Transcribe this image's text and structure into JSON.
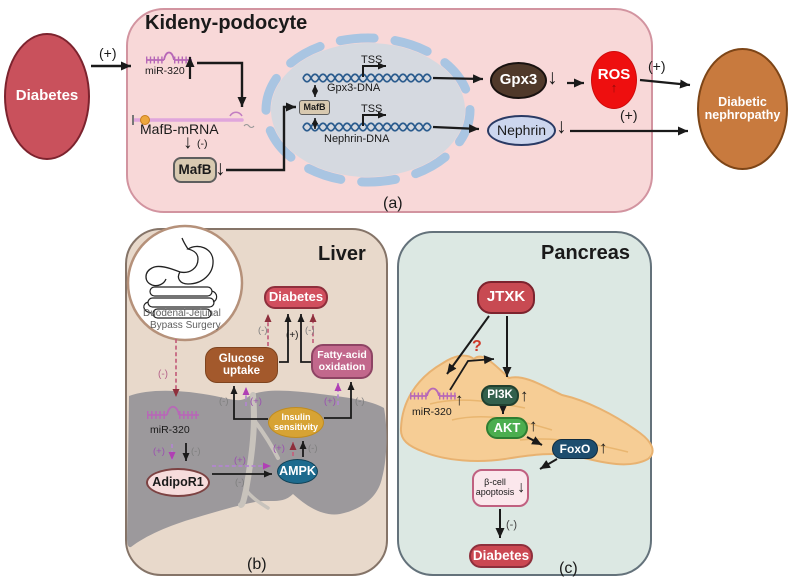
{
  "glyphs": {
    "up": "↑",
    "down": "↓"
  },
  "labels": {
    "plus": "(+)",
    "minus": "(-)"
  },
  "colors": {
    "panel_a_bg": "#f8d8d8",
    "panel_b_bg": "#e8d9cb",
    "panel_c_bg": "#dce8e3",
    "diabetes_red": "#c9515c",
    "nephropathy_orange": "#c87a3e",
    "gpx3_brown": "#50392a",
    "ros_red": "#ee0f0f",
    "nephrin_blue": "#ccd6ee",
    "nucleus_gray": "#d5d9e0",
    "capsule_blue": "#a9c5e2",
    "dna_blue": "#2b5c8e",
    "mir_purple": "#b768b7",
    "glucose_brown": "#a3592c",
    "fatty_pink": "#c2688c",
    "insulin_gold": "#d7a334",
    "ampk_teal": "#1d6b8e",
    "adipor1_pink": "#f6dcdc",
    "liver_gray": "#9c999c",
    "pancreas_tan": "#f6cd95",
    "pi3k_green": "#33604c",
    "akt_green": "#4cae4f",
    "foxo_navy": "#1d4d6e",
    "jtxk_red": "#c84a52"
  },
  "panel_a": {
    "title": "Kideny-podocyte",
    "tag": "(a)",
    "diabetes": "Diabetes",
    "mir320": "miR-320",
    "mafb_mrna": "MafB-mRNA",
    "mafb": "MafB",
    "nuc_mafb": "MafB",
    "tss1": "TSS",
    "tss2": "TSS",
    "gpx3_dna": "Gpx3-DNA",
    "nephrin_dna": "Nephrin-DNA",
    "gpx3": "Gpx3",
    "ros": "ROS",
    "nephrin": "Nephrin",
    "outcome_line1": "Diabetic",
    "outcome_line2": "nephropathy"
  },
  "panel_b": {
    "title": "Liver",
    "tag": "(b)",
    "surgery_line1": "Duodenal-Jejunal",
    "surgery_line2": "Bypass Surgery",
    "mir320": "miR-320",
    "adipor1": "AdipoR1",
    "ampk": "AMPK",
    "insulin_line1": "Insulin",
    "insulin_line2": "sensitivity",
    "glucose_line1": "Glucose",
    "glucose_line2": "uptake",
    "fatty_line1": "Fatty-acid",
    "fatty_line2": "oxidation",
    "diabetes": "Diabetes"
  },
  "panel_c": {
    "title": "Pancreas",
    "tag": "(c)",
    "jtxk": "JTXK",
    "question": "?",
    "mir320": "miR-320",
    "pi3k": "PI3K",
    "akt": "AKT",
    "foxo": "FoxO",
    "bcell_line1": "β-cell",
    "bcell_line2": "apoptosis",
    "diabetes": "Diabetes"
  }
}
